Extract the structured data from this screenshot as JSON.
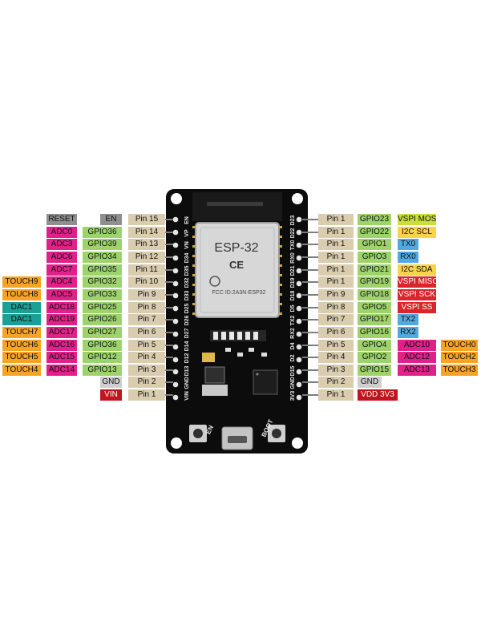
{
  "board": {
    "module_name": "ESP-32",
    "ce_mark": "CE",
    "fcc_text": "FCC ID:2A3N-ESP32",
    "en_button_label": "EN",
    "boot_button_label": "BOOT",
    "left_header_silk": [
      "EN",
      "VP",
      "VN",
      "D34",
      "D35",
      "D32",
      "D33",
      "D25",
      "D26",
      "D27",
      "D14",
      "D12",
      "D13",
      "GND",
      "VIN"
    ],
    "right_header_silk": [
      "D23",
      "D22",
      "TX0",
      "RX0",
      "D21",
      "D19",
      "D18",
      "D5",
      "TX2",
      "RX2",
      "D4",
      "D2",
      "D15",
      "GND",
      "3V3"
    ]
  },
  "left_rows": [
    {
      "labels": [
        {
          "t": "RESET",
          "k": "ctrl"
        },
        {
          "t": "EN",
          "k": "ctrl"
        },
        {
          "t": "Pin 15",
          "k": "pin"
        }
      ]
    },
    {
      "labels": [
        {
          "t": "ADC0",
          "k": "adc"
        },
        {
          "t": "GPIO36",
          "k": "gpio"
        },
        {
          "t": "Pin 14",
          "k": "pin"
        }
      ]
    },
    {
      "labels": [
        {
          "t": "ADC3",
          "k": "adc"
        },
        {
          "t": "GPIO39",
          "k": "gpio"
        },
        {
          "t": "Pin 13",
          "k": "pin"
        }
      ]
    },
    {
      "labels": [
        {
          "t": "ADC6",
          "k": "adc"
        },
        {
          "t": "GPIO34",
          "k": "gpio"
        },
        {
          "t": "Pin 12",
          "k": "pin"
        }
      ]
    },
    {
      "labels": [
        {
          "t": "ADC7",
          "k": "adc"
        },
        {
          "t": "GPIO35",
          "k": "gpio"
        },
        {
          "t": "Pin 11",
          "k": "pin"
        }
      ]
    },
    {
      "labels": [
        {
          "t": "TOUCH9",
          "k": "touch"
        },
        {
          "t": "ADC4",
          "k": "adc"
        },
        {
          "t": "GPIO32",
          "k": "gpio"
        },
        {
          "t": "Pin 10",
          "k": "pin"
        }
      ]
    },
    {
      "labels": [
        {
          "t": "TOUCH8",
          "k": "touch"
        },
        {
          "t": "ADC5",
          "k": "adc"
        },
        {
          "t": "GPIO33",
          "k": "gpio"
        },
        {
          "t": "Pin 9",
          "k": "pin"
        }
      ]
    },
    {
      "labels": [
        {
          "t": "DAC1",
          "k": "dac"
        },
        {
          "t": "ADC18",
          "k": "adc"
        },
        {
          "t": "GPIO25",
          "k": "gpio"
        },
        {
          "t": "Pin 8",
          "k": "pin"
        }
      ]
    },
    {
      "labels": [
        {
          "t": "DAC1",
          "k": "dac"
        },
        {
          "t": "ADC19",
          "k": "adc"
        },
        {
          "t": "GPIO26",
          "k": "gpio"
        },
        {
          "t": "Pin 7",
          "k": "pin"
        }
      ]
    },
    {
      "labels": [
        {
          "t": "TOUCH7",
          "k": "touch"
        },
        {
          "t": "ADC17",
          "k": "adc"
        },
        {
          "t": "GPIO27",
          "k": "gpio"
        },
        {
          "t": "Pin 6",
          "k": "pin"
        }
      ]
    },
    {
      "labels": [
        {
          "t": "TOUCH6",
          "k": "touch"
        },
        {
          "t": "ADC16",
          "k": "adc"
        },
        {
          "t": "GPIO36",
          "k": "gpio"
        },
        {
          "t": "Pin 5",
          "k": "pin"
        }
      ]
    },
    {
      "labels": [
        {
          "t": "TOUCH5",
          "k": "touch"
        },
        {
          "t": "ADC15",
          "k": "adc"
        },
        {
          "t": "GPIO12",
          "k": "gpio"
        },
        {
          "t": "Pin 4",
          "k": "pin"
        }
      ]
    },
    {
      "labels": [
        {
          "t": "TOUCH4",
          "k": "touch"
        },
        {
          "t": "ADC14",
          "k": "adc"
        },
        {
          "t": "GPIO13",
          "k": "gpio"
        },
        {
          "t": "Pin 3",
          "k": "pin"
        }
      ]
    },
    {
      "labels": [
        {
          "t": "GND",
          "k": "gnd"
        },
        {
          "t": "Pin 2",
          "k": "pin"
        }
      ]
    },
    {
      "labels": [
        {
          "t": "VIN",
          "k": "vin"
        },
        {
          "t": "Pin 1",
          "k": "pin"
        }
      ]
    }
  ],
  "right_rows": [
    {
      "labels": [
        {
          "t": "Pin 1",
          "k": "pin"
        },
        {
          "t": "GPIO23",
          "k": "gpio"
        },
        {
          "t": "VSPI MOSI",
          "k": "vspi"
        }
      ]
    },
    {
      "labels": [
        {
          "t": "Pin 1",
          "k": "pin"
        },
        {
          "t": "GPIO22",
          "k": "gpio"
        },
        {
          "t": "I2C SCL",
          "k": "i2c"
        }
      ]
    },
    {
      "labels": [
        {
          "t": "Pin 1",
          "k": "pin"
        },
        {
          "t": "GPIO1",
          "k": "gpio"
        },
        {
          "t": "TX0",
          "k": "uart"
        }
      ]
    },
    {
      "labels": [
        {
          "t": "Pin 1",
          "k": "pin"
        },
        {
          "t": "GPIO3",
          "k": "gpio"
        },
        {
          "t": "RX0",
          "k": "uart"
        }
      ]
    },
    {
      "labels": [
        {
          "t": "Pin 1",
          "k": "pin"
        },
        {
          "t": "GPIO21",
          "k": "gpio"
        },
        {
          "t": "I2C SDA",
          "k": "i2c"
        }
      ]
    },
    {
      "labels": [
        {
          "t": "Pin 1",
          "k": "pin"
        },
        {
          "t": "GPIO19",
          "k": "gpio"
        },
        {
          "t": "VSPI MISO",
          "k": "vspir"
        }
      ]
    },
    {
      "labels": [
        {
          "t": "Pin 9",
          "k": "pin"
        },
        {
          "t": "GPIO18",
          "k": "gpio"
        },
        {
          "t": "VSPI SCK",
          "k": "vspir"
        }
      ]
    },
    {
      "labels": [
        {
          "t": "Pin 8",
          "k": "pin"
        },
        {
          "t": "GPIO5",
          "k": "gpio"
        },
        {
          "t": "VSPI SS",
          "k": "vspir"
        }
      ]
    },
    {
      "labels": [
        {
          "t": "Pin 7",
          "k": "pin"
        },
        {
          "t": "GPIO17",
          "k": "gpio"
        },
        {
          "t": "TX2",
          "k": "uart"
        }
      ]
    },
    {
      "labels": [
        {
          "t": "Pin 6",
          "k": "pin"
        },
        {
          "t": "GPIO16",
          "k": "gpio"
        },
        {
          "t": "RX2",
          "k": "uart"
        }
      ]
    },
    {
      "labels": [
        {
          "t": "Pin 5",
          "k": "pin"
        },
        {
          "t": "GPIO4",
          "k": "gpio"
        },
        {
          "t": "ADC10",
          "k": "adc"
        },
        {
          "t": "TOUCH0",
          "k": "touch"
        }
      ]
    },
    {
      "labels": [
        {
          "t": "Pin 4",
          "k": "pin"
        },
        {
          "t": "GPIO2",
          "k": "gpio"
        },
        {
          "t": "ADC12",
          "k": "adc"
        },
        {
          "t": "TOUCH2",
          "k": "touch"
        }
      ]
    },
    {
      "labels": [
        {
          "t": "Pin 3",
          "k": "pin"
        },
        {
          "t": "GPIO15",
          "k": "gpio"
        },
        {
          "t": "ADC13",
          "k": "adc"
        },
        {
          "t": "TOUCH3",
          "k": "touch"
        }
      ]
    },
    {
      "labels": [
        {
          "t": "Pin 2",
          "k": "pin"
        },
        {
          "t": "GND",
          "k": "gnd"
        }
      ]
    },
    {
      "labels": [
        {
          "t": "Pin 1",
          "k": "pin"
        },
        {
          "t": "VDD 3V3",
          "k": "vdd"
        }
      ]
    }
  ]
}
